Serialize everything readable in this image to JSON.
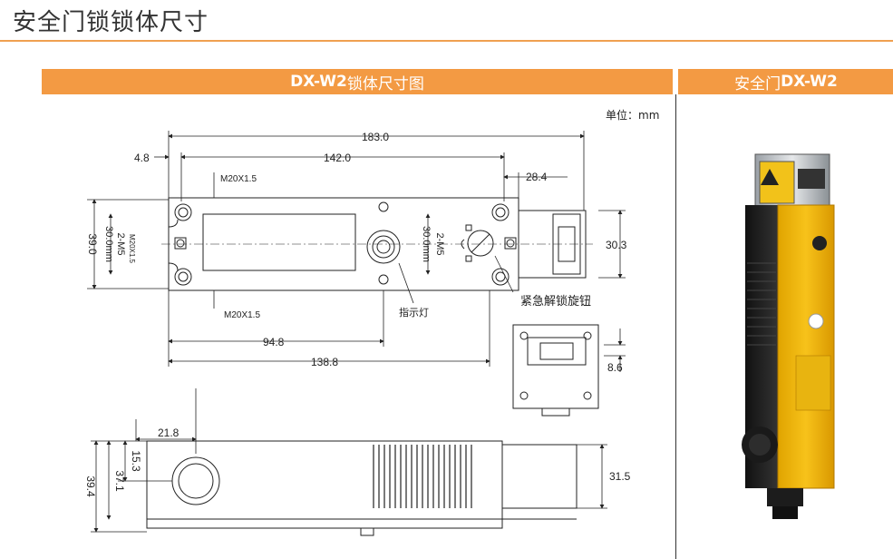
{
  "page": {
    "title": "安全门锁锁体尺寸"
  },
  "band_left": {
    "model": "DX-W2",
    "suffix": "锁体尺寸图"
  },
  "band_right": {
    "prefix": "安全门",
    "model": "DX-W2"
  },
  "unit_label": "单位：mm",
  "dimensions": {
    "d183": "183.0",
    "d142": "142.0",
    "d48": "4.8",
    "d284": "28.4",
    "thread_top": "M20X1.5",
    "thread_bottom": "M20X1.5",
    "left_hole": "2-M5",
    "left_pitch": "30.0mm",
    "left_thread": "M20X1.5",
    "d39": "39.0",
    "right_hole": "2-M5",
    "right_pitch": "30.0mm",
    "d303": "30.3",
    "d948": "94.8",
    "d1388": "138.8",
    "d86": "8.6",
    "d218": "21.8",
    "d153": "15.3",
    "d371": "37.1",
    "d394": "39.4",
    "d315": "31.5"
  },
  "labels": {
    "indicator": "指示灯",
    "emergency_knob": "紧急解锁旋钮"
  },
  "colors": {
    "accent": "#f39a43",
    "rule": "#f0a050"
  }
}
